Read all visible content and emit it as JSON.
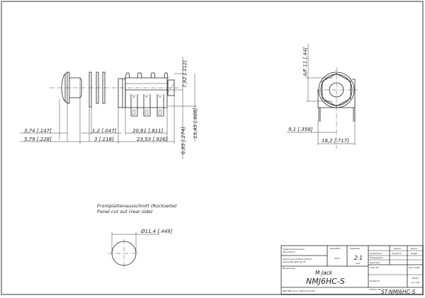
{
  "drawing": {
    "side_view": {
      "dimensions": {
        "d_374": "3,74  [.147]",
        "d_579": "5,79  [.228]",
        "d_12": "1,2  [.047]",
        "d_3": "3  [.118]",
        "d_2061": "20,61  [.811]",
        "d_2353": "23,53  [.926]",
        "d_792": "7,92  [.312]",
        "d_1545": "15,45  [.608]",
        "d_695": "6,95  [.274]"
      }
    },
    "front_view": {
      "dimensions": {
        "af": "A/F  11  [.44]",
        "d_91": "9,1  [.358]",
        "d_182": "18,2  [.717]"
      }
    },
    "panel_cutout": {
      "title_de": "Frontplattenausschnitt (Rückseite)",
      "title_en": "Panel cut out (rear side)",
      "diameter": "Ø11,4  [.449]"
    }
  },
  "title_block": {
    "general_tolerances_label": "Allgemeintoleranzen",
    "general_tolerances_value": "ISO 2768-m",
    "surface_label": "Zeichnung urheberrechtlich",
    "surface_label2": "geschützt (DIN 34) 01",
    "material_label": "Werkstoff",
    "material_value": "Stahl",
    "material_value2": "-",
    "scale_label": "Massstab",
    "scale_value": "2:1",
    "scale_sub": "(A3)",
    "designation_label": "Benennung",
    "designation_line1": "M Jack",
    "designation_line2": "NMJ6HC-S",
    "company": "NEUTRIK AG  FL-9494 SCHAAN",
    "date_header": "Datum",
    "name_header": "Name",
    "drawn_label": "Gezeichnet",
    "drawn_date": "04.02.03",
    "drawn_name": "Engler",
    "approved_label": "Freigegeben",
    "approved_date": "-",
    "approved_name": "-",
    "changed_label": "Geändert",
    "changed_date": "-",
    "changed_name": "-",
    "order_no_label": "Auftr.-Nr.",
    "order_no_value": "-",
    "index_label": "Änd.-Index",
    "index_value": "-",
    "replaces_label": "Ersatz für:",
    "sheet_label": "Blatt 1",
    "sheet_of": "von 1 Bl.",
    "drawing_no_label": "Zeichn.-Nr.",
    "drawing_no_value": "ST-NMJ6HC-S"
  }
}
